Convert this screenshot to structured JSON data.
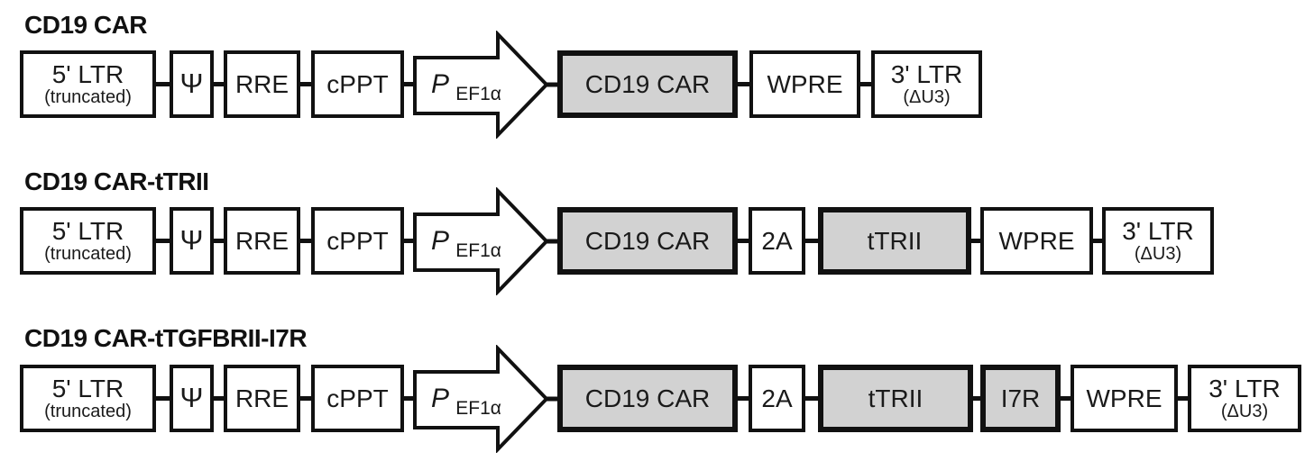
{
  "figure": {
    "background": "#ffffff",
    "line_color": "#111111",
    "gray_fill": "#d2d2d2",
    "white_fill": "#ffffff"
  },
  "constructs": [
    {
      "title": "CD19 CAR",
      "elements": [
        {
          "label": "5' LTR",
          "sublabel": "(truncated)",
          "fill": "white"
        },
        {
          "label": "Ψ",
          "fill": "white"
        },
        {
          "label": "RRE",
          "fill": "white"
        },
        {
          "label": "cPPT",
          "fill": "white"
        },
        {
          "type": "promoter",
          "label": "P",
          "subscript": "EF1α"
        },
        {
          "label": "CD19 CAR",
          "fill": "gray"
        },
        {
          "label": "WPRE",
          "fill": "white"
        },
        {
          "label": "3' LTR",
          "sublabel": "(ΔU3)",
          "fill": "white"
        }
      ]
    },
    {
      "title": "CD19 CAR-tTRII",
      "elements": [
        {
          "label": "5' LTR",
          "sublabel": "(truncated)",
          "fill": "white"
        },
        {
          "label": "Ψ",
          "fill": "white"
        },
        {
          "label": "RRE",
          "fill": "white"
        },
        {
          "label": "cPPT",
          "fill": "white"
        },
        {
          "type": "promoter",
          "label": "P",
          "subscript": "EF1α"
        },
        {
          "label": "CD19 CAR",
          "fill": "gray"
        },
        {
          "label": "2A",
          "fill": "white"
        },
        {
          "label": "tTRII",
          "fill": "gray"
        },
        {
          "label": "WPRE",
          "fill": "white"
        },
        {
          "label": "3' LTR",
          "sublabel": "(ΔU3)",
          "fill": "white"
        }
      ]
    },
    {
      "title": "CD19 CAR-tTGFBRII-I7R",
      "elements": [
        {
          "label": "5' LTR",
          "sublabel": "(truncated)",
          "fill": "white"
        },
        {
          "label": "Ψ",
          "fill": "white"
        },
        {
          "label": "RRE",
          "fill": "white"
        },
        {
          "label": "cPPT",
          "fill": "white"
        },
        {
          "type": "promoter",
          "label": "P",
          "subscript": "EF1α"
        },
        {
          "label": "CD19 CAR",
          "fill": "gray"
        },
        {
          "label": "2A",
          "fill": "white"
        },
        {
          "label": "tTRII",
          "fill": "gray"
        },
        {
          "label": "I7R",
          "fill": "gray"
        },
        {
          "label": "WPRE",
          "fill": "white"
        },
        {
          "label": "3' LTR",
          "sublabel": "(ΔU3)",
          "fill": "white"
        }
      ]
    }
  ]
}
